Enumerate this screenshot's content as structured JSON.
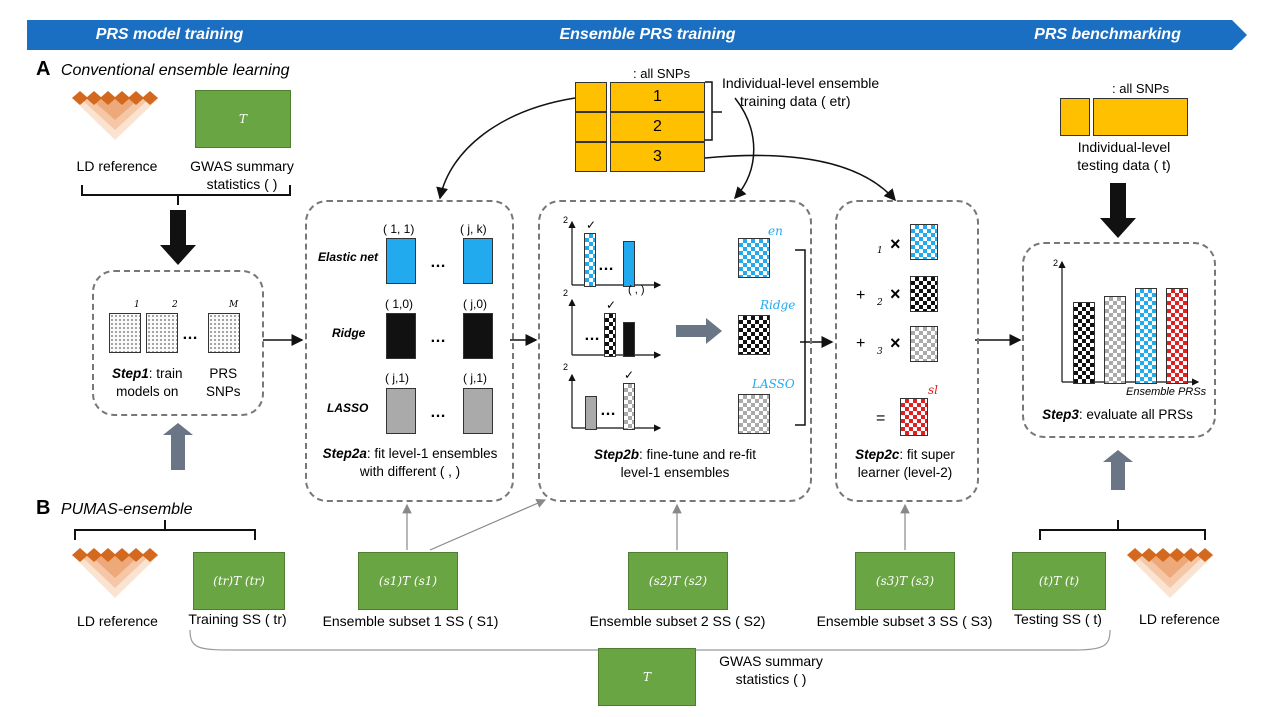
{
  "banner": {
    "left": "PRS model training",
    "middle": "Ensemble PRS training",
    "right": "PRS benchmarking"
  },
  "section_a": {
    "letter": "A",
    "title": "Conventional ensemble learning"
  },
  "section_b": {
    "letter": "B",
    "title": "PUMAS-ensemble"
  },
  "a_ld_reference": "LD reference",
  "a_gwas_box": "T",
  "a_gwas_label_1": "GWAS summary",
  "a_gwas_label_2": "statistics (   )",
  "step1": {
    "idx1": "1",
    "idx2": "2",
    "idxM": "M",
    "dots": "…",
    "bold": "Step1",
    "line1_rest": ": train",
    "line2": "models on",
    "prs_label": "PRS",
    "snps_label": "SNPs"
  },
  "orange_training": {
    "header": ": all SNPs",
    "row1": "1",
    "row2": "2",
    "row3": "3",
    "label_1": "Individual-level ensemble",
    "label_2": "training data (   etr)"
  },
  "orange_testing": {
    "header": ": all SNPs",
    "label_1": "Individual-level",
    "label_2": "testing data (   t)"
  },
  "step2a": {
    "elastic_net": "Elastic net",
    "ridge": "Ridge",
    "lasso": "LASSO",
    "param_en_1": "( 1,  1)",
    "param_en_2": "( j,   k)",
    "param_ridge_1": "( 1,0)",
    "param_ridge_2": "( j,0)",
    "param_lasso_1": "( j,1)",
    "param_lasso_2": "( j,1)",
    "dots": "…",
    "bold": "Step2a",
    "line1_rest": ": fit level-1 ensembles",
    "line2": "with different  (  ,   )"
  },
  "step2b": {
    "r2": "2",
    "check": "✓",
    "dots": "…",
    "axis_label": "( , )",
    "label_en": "en",
    "label_ridge": "Ridge",
    "label_lasso": "LASSO",
    "bold": "Step2b",
    "line1_rest": ": fine-tune and re-fit",
    "line2": "level-1 ensembles"
  },
  "step2c": {
    "w1": "1",
    "w2": "2",
    "w3": "3",
    "plus": "+",
    "times": "×",
    "equals": "=",
    "sl": "sl",
    "bold": "Step2c",
    "line1_rest": ": fit super",
    "line2": "learner (level-2)"
  },
  "step3": {
    "r2": "2",
    "axis_label": "Ensemble PRSs",
    "bold": "Step3",
    "line1_rest": ": evaluate all PRSs"
  },
  "b_boxes": {
    "training": "(tr)T   (tr)",
    "subset1": "(s1)T   (s1)",
    "subset2": "(s2)T   (s2)",
    "subset3": "(s3)T   (s3)",
    "testing": "(t)T   (t)",
    "gwas": "T"
  },
  "b_labels": {
    "ld_left": "LD reference",
    "training": "Training SS (   tr)",
    "subset1": "Ensemble subset 1 SS (   S1)",
    "subset2": "Ensemble subset 2 SS (   S2)",
    "subset3": "Ensemble subset 3 SS (   S3)",
    "testing": "Testing SS (   t)",
    "ld_right": "LD reference",
    "gwas_1": "GWAS summary",
    "gwas_2": "statistics (   )"
  },
  "colors": {
    "banner": "#1b6fc2",
    "green": "#6aa543",
    "orange": "#ffc000",
    "blue": "#22aaee",
    "red": "#e02020",
    "ld": "#d2691e"
  }
}
